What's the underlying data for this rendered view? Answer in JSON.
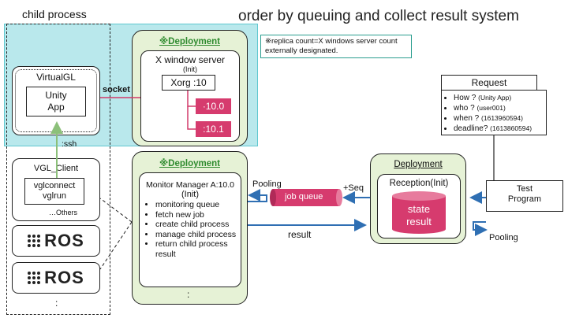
{
  "title": "order by queuing and collect result system",
  "child_process": {
    "title": "child process",
    "virtualgl": {
      "title": "VirtualGL",
      "app": "Unity\nApp"
    },
    "ssh_label": ":ssh",
    "vgl_client": {
      "title": "VGL_Client",
      "commands": "vglconnect\nvglrun",
      "others": "…Others"
    },
    "ros_label": "ROS",
    "more": ":"
  },
  "socket_label": "socket",
  "note": "※replica count=X windows server count externally designated.",
  "x_deployment": {
    "title": "※Deployment",
    "server_title": "X window server",
    "server_sub": "(Init)",
    "xorg": "Xorg :10",
    "displays": [
      "·10.0",
      ":10.1"
    ]
  },
  "monitor_deployment": {
    "title": "※Deployment",
    "manager_title": "Monitor Manager A:10.0",
    "manager_sub": "(Init)",
    "items": [
      "monitoring queue",
      "fetch new job",
      "create child process",
      "manage child process",
      "return child process result"
    ],
    "more": ":"
  },
  "queue": {
    "label": "job queue",
    "pooling": "Pooling",
    "seq": "+Seq",
    "result": "result"
  },
  "reception_deployment": {
    "title": "Deployment",
    "reception_title": "Reception(Init)",
    "state": "state\nresult"
  },
  "request": {
    "title": "Request",
    "items": [
      {
        "q": "How ?",
        "v": "(Unity App)"
      },
      {
        "q": "who ?",
        "v": "(user001)"
      },
      {
        "q": "when ?",
        "v": "(1613960594)"
      },
      {
        "q": "deadline?",
        "v": "(1613860594)"
      }
    ]
  },
  "test_program": {
    "label": "Test\nProgram",
    "pooling": "Pooling"
  },
  "colors": {
    "teal": "#b9e8ec",
    "deployment": "#e6f2d6",
    "pink": "#d63b6e",
    "arrow": "#2f6fb3"
  }
}
